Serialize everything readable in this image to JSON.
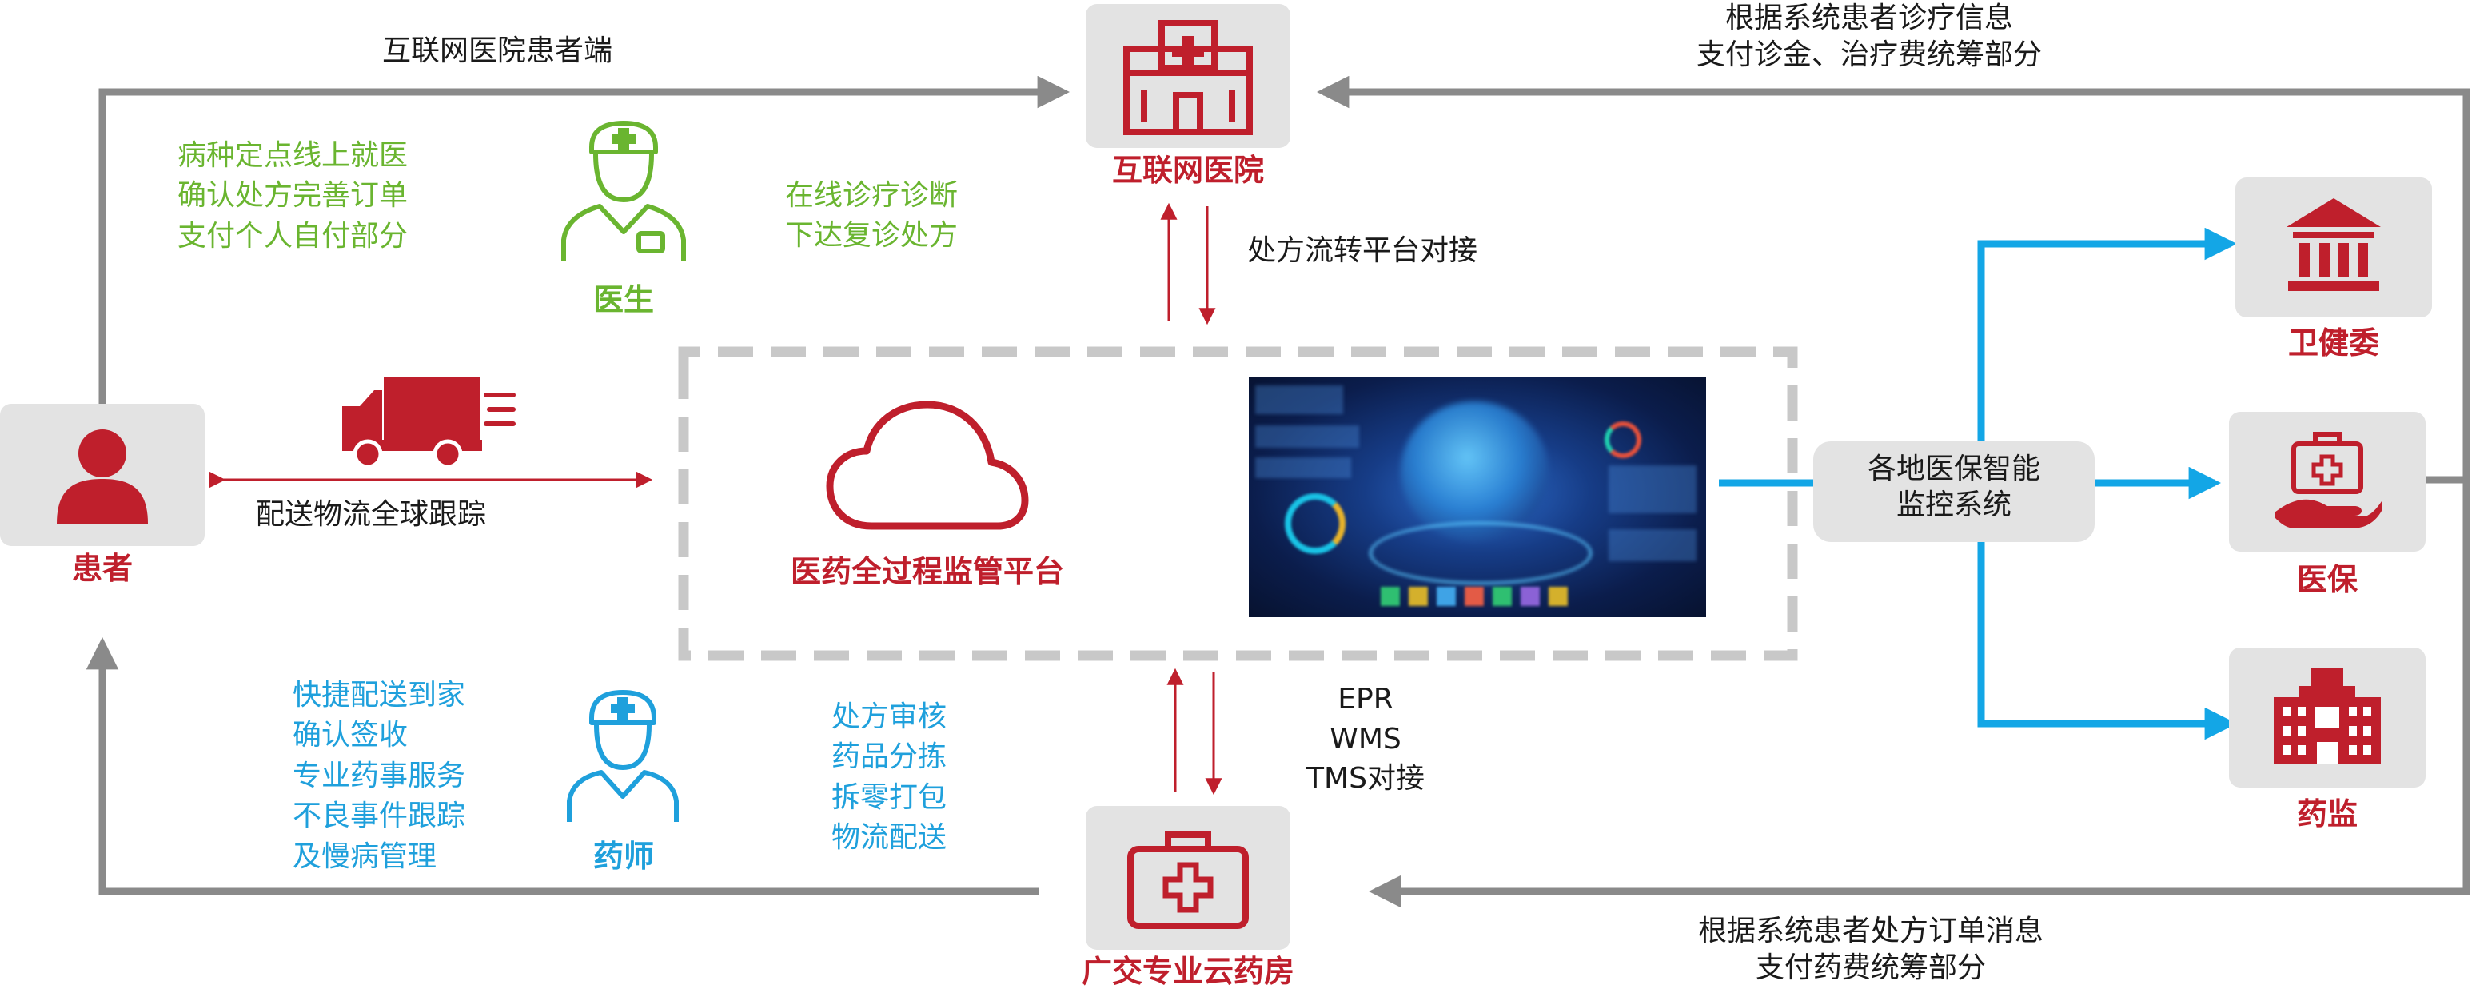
{
  "nodes": {
    "hospital": "互联网医院",
    "patient": "患者",
    "pharmacy": "广交专业云药房",
    "health_commission": "卫健委",
    "medical_insurance": "医保",
    "drug_admin": "药监",
    "doctor": "医生",
    "pharmacist": "药师",
    "platform": "医药全过程监管平台",
    "monitoring": [
      "各地医保智能",
      "监控系统"
    ]
  },
  "labels": {
    "top_left_flow": "互联网医院患者端",
    "top_right_flow": [
      "根据系统患者诊疗信息",
      "支付诊金、治疗费统筹部分"
    ],
    "patient_actions": [
      "病种定点线上就医",
      "确认处方完善订单",
      "支付个人自付部分"
    ],
    "doctor_actions": [
      "在线诊疗诊断",
      "下达复诊处方"
    ],
    "prescription_link": "处方流转平台对接",
    "logistics": "配送物流全球跟踪",
    "delivery_services": [
      "快捷配送到家",
      "确认签收",
      "专业药事服务",
      "不良事件跟踪",
      "及慢病管理"
    ],
    "pharmacy_ops": [
      "处方审核",
      "药品分拣",
      "拆零打包",
      "物流配送"
    ],
    "systems": [
      "EPR",
      "WMS",
      "TMS对接"
    ],
    "bottom_right_flow": [
      "根据系统患者处方订单消息",
      "支付药费统筹部分"
    ]
  },
  "colors": {
    "brand_red": "#bf1f2c",
    "doctor_green": "#6ab530",
    "pharmacist_blue": "#1fa0dc",
    "flow_gray": "#8a8a8a",
    "monitor_blue": "#13a6e6",
    "node_bg": "#e3e3e3"
  },
  "icons": {
    "hospital": "hospital-building-icon",
    "patient": "person-icon",
    "pharmacy": "medical-kit-icon",
    "health_commission": "government-building-icon",
    "medical_insurance": "insurance-hand-icon",
    "drug_admin": "administration-building-icon",
    "doctor": "doctor-icon",
    "pharmacist": "pharmacist-icon",
    "platform": "cloud-icon",
    "logistics": "truck-icon",
    "dashboard": "dashboard-screenshot"
  }
}
